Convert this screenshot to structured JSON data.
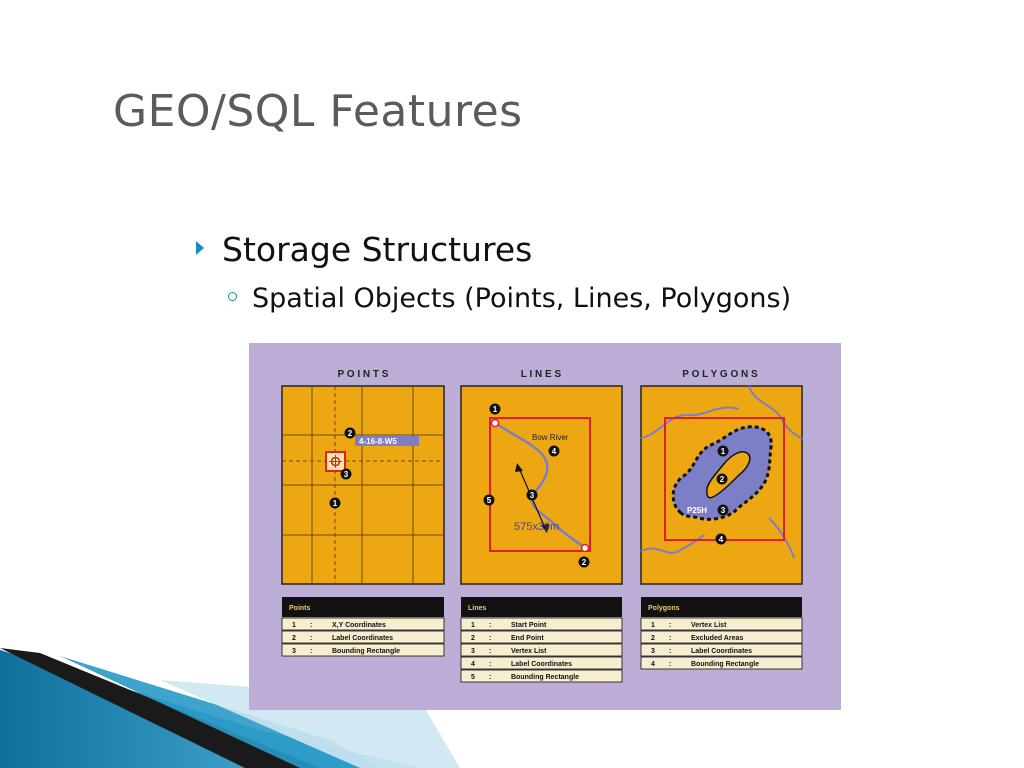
{
  "slide": {
    "title": "GEO/SQL Features",
    "bullet1": "Storage Structures",
    "bullet2": "Spatial Objects (Points, Lines, Polygons)"
  },
  "figure": {
    "panels": {
      "points": {
        "heading": "P O I N T S",
        "tag": "4-16-8-W5"
      },
      "lines": {
        "heading": "L I N E S",
        "river": "Bow River",
        "measure": "575x39m"
      },
      "polygons": {
        "heading": "P O L Y G O N S",
        "tag": "P25H"
      }
    },
    "tables": {
      "points": {
        "header": "Points",
        "rows": [
          {
            "num": "1",
            "sep": ":",
            "label": "X,Y Coordinates"
          },
          {
            "num": "2",
            "sep": ":",
            "label": "Label Coordinates"
          },
          {
            "num": "3",
            "sep": ":",
            "label": "Bounding Rectangle"
          }
        ]
      },
      "lines": {
        "header": "Lines",
        "rows": [
          {
            "num": "1",
            "sep": ":",
            "label": "Start Point"
          },
          {
            "num": "2",
            "sep": ":",
            "label": "End Point"
          },
          {
            "num": "3",
            "sep": ":",
            "label": "Vertex List"
          },
          {
            "num": "4",
            "sep": ":",
            "label": "Label Coordinates"
          },
          {
            "num": "5",
            "sep": ":",
            "label": "Bounding Rectangle"
          }
        ]
      },
      "polygons": {
        "header": "Polygons",
        "rows": [
          {
            "num": "1",
            "sep": ":",
            "label": "Vertex List"
          },
          {
            "num": "2",
            "sep": ":",
            "label": "Excluded Areas"
          },
          {
            "num": "3",
            "sep": ":",
            "label": "Label Coordinates"
          },
          {
            "num": "4",
            "sep": ":",
            "label": "Bounding Rectangle"
          }
        ]
      }
    },
    "colors": {
      "background": "#bcaed6",
      "map": "#eda712",
      "red": "#e21e26",
      "water": "#7d7fc6",
      "table_header": "#111111",
      "table_row": "#f6eecf"
    }
  }
}
